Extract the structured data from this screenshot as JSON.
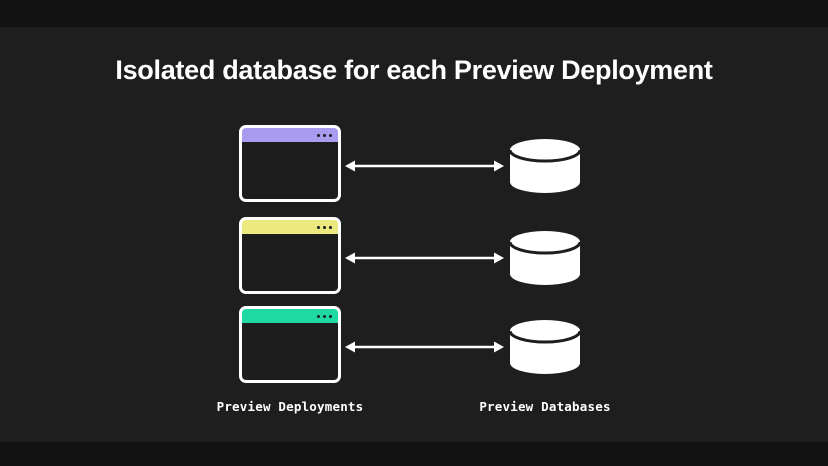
{
  "title": "Isolated database for each Preview Deployment",
  "labels": {
    "left": "Preview Deployments",
    "right": "Preview Databases"
  },
  "rows": [
    {
      "name": "preview-deployment-1",
      "titlebar_color": "#a89bf0",
      "window_icon": "browser-window-icon",
      "menu_icon": "three-dots-icon",
      "arrow_icon": "double-headed-arrow-icon",
      "database_icon": "database-cylinder-icon"
    },
    {
      "name": "preview-deployment-2",
      "titlebar_color": "#ece97e",
      "window_icon": "browser-window-icon",
      "menu_icon": "three-dots-icon",
      "arrow_icon": "double-headed-arrow-icon",
      "database_icon": "database-cylinder-icon"
    },
    {
      "name": "preview-deployment-3",
      "titlebar_color": "#1fd9a3",
      "window_icon": "browser-window-icon",
      "menu_icon": "three-dots-icon",
      "arrow_icon": "double-headed-arrow-icon",
      "database_icon": "database-cylinder-icon"
    }
  ],
  "colors": {
    "background": "#1e1e1f",
    "letterbox": "#111112",
    "window_frame": "#ffffff",
    "window_body": "#1d1d1e",
    "arrow": "#ffffff",
    "database_fill": "#ffffff",
    "database_separator": "#1d1d1e",
    "text": "#ffffff"
  }
}
